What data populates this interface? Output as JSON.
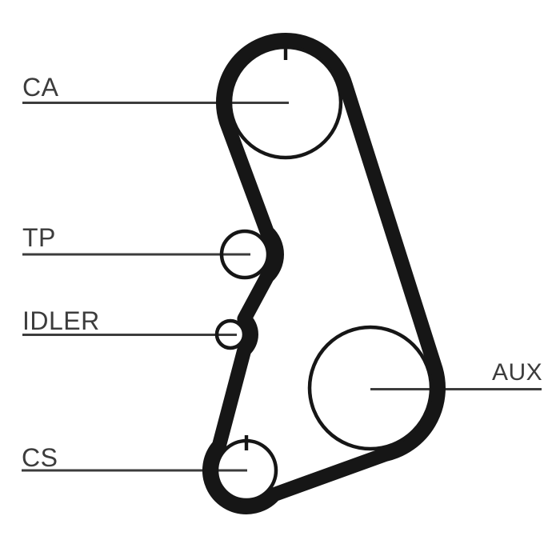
{
  "diagram": {
    "kind": "timing-belt-routing-diagram",
    "background_color": "#ffffff",
    "belt_color": "#161616",
    "pulley_outline_color": "#161616",
    "leader_line_color": "#3c3c3c",
    "label_color": "#3c3c3c",
    "pulleys": [
      {
        "id": "ca",
        "label": "CA",
        "timing_mark": true
      },
      {
        "id": "tp",
        "label": "TP",
        "timing_mark": false
      },
      {
        "id": "idler",
        "label": "IDLER",
        "timing_mark": false
      },
      {
        "id": "cs",
        "label": "CS",
        "timing_mark": true
      },
      {
        "id": "aux",
        "label": "AUX",
        "timing_mark": false
      }
    ]
  }
}
